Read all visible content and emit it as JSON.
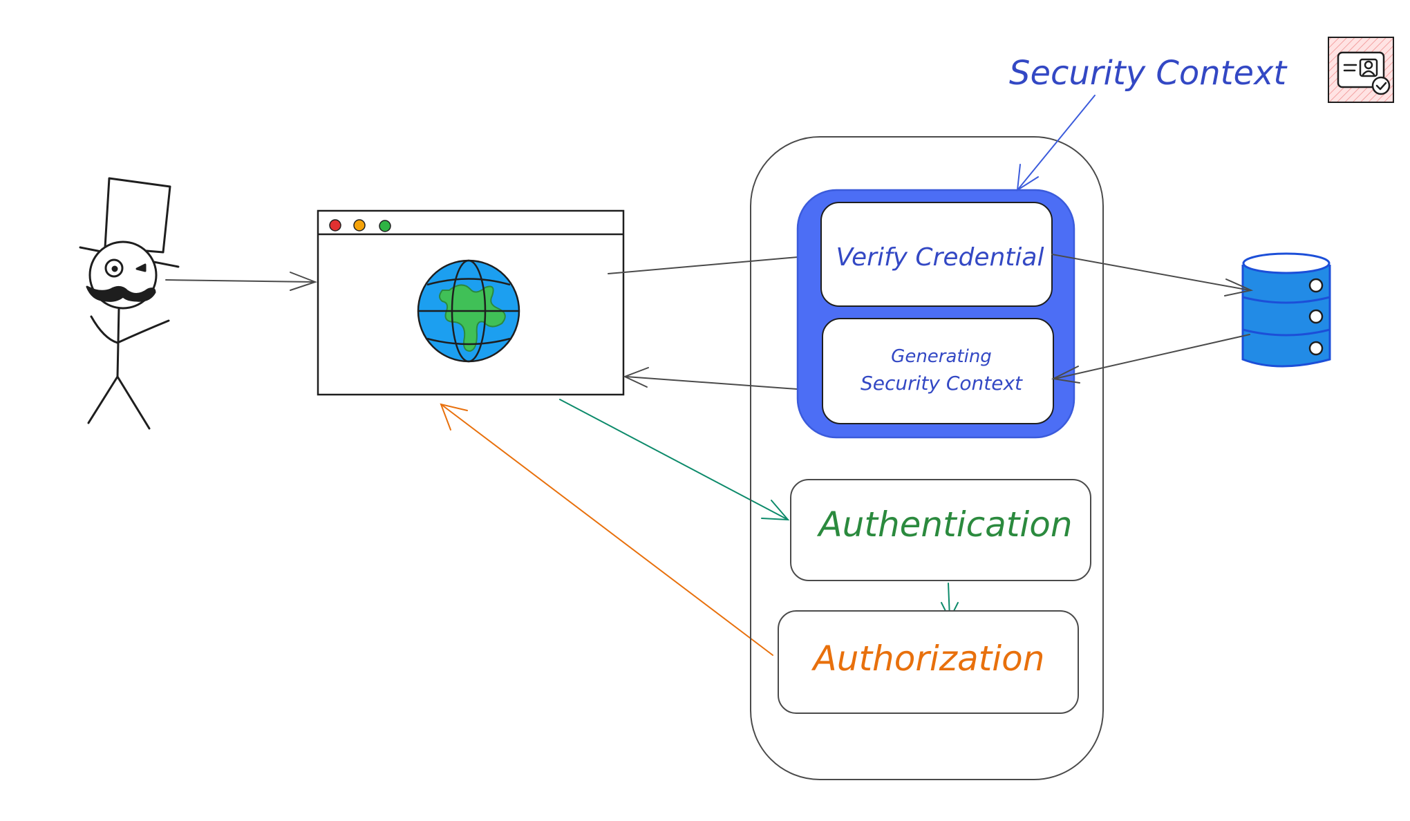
{
  "labels": {
    "security_context_title": "Security Context",
    "verify_credential": "Verify Credential",
    "generating_line1": "Generating",
    "generating_line2": "Security Context",
    "authentication": "Authentication",
    "authorization": "Authorization"
  },
  "colors": {
    "stroke": "#1e1e1e",
    "frame": "#4a4a4a",
    "blue_text": "#3348c4",
    "blue_fill": "#4c6ef5",
    "green_text": "#2b8a3e",
    "green_arrow": "#0c8a6a",
    "orange": "#e8700c",
    "db_fill": "#228be6",
    "globe_ocean": "#1c9ff0",
    "globe_land": "#40c057",
    "dot_red": "#e03131",
    "dot_yellow": "#f5a30a",
    "dot_green": "#2fb344",
    "badge_bg": "#ffe3e3"
  },
  "icons": {
    "user": "user-stick-figure-icon",
    "browser": "browser-window-icon",
    "globe": "globe-icon",
    "database": "database-icon",
    "badge": "id-card-check-icon"
  }
}
